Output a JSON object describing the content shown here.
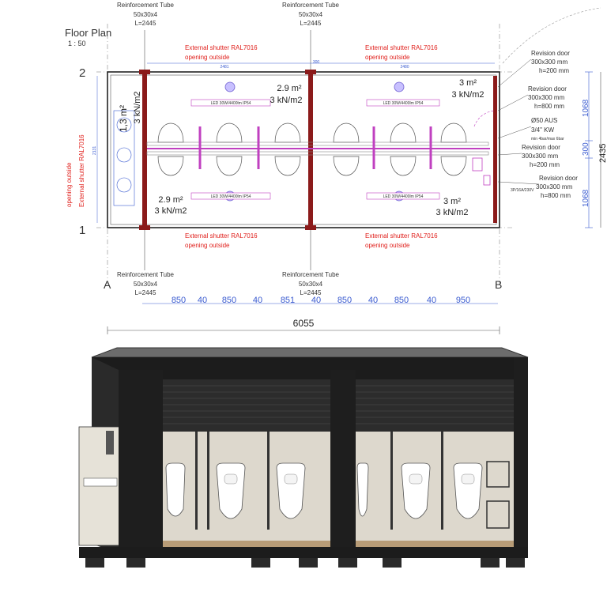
{
  "plan": {
    "title": "Floor Plan",
    "scale": "1 : 50",
    "axis_2": "2",
    "axis_1": "1",
    "axis_a": "A",
    "axis_b": "B",
    "tube_name": "Reinforcement Tube",
    "tube_size": "50x30x4",
    "tube_length": "L=2445",
    "shutter_text": "External shutter RAL7016",
    "opening_text": "opening outside",
    "left_opening": "opening outside",
    "left_shutter": "External shutter RAL7016",
    "area_left": "1,3 m²",
    "load_left": "3 kN/m2",
    "area_top_mid": "2.9 m²",
    "load_top_mid": "3 kN/m2",
    "area_top_right": "3 m²",
    "load_top_right": "3 kN/m2",
    "area_bottom_left": "2.9 m²",
    "load_bottom_left": "3 kN/m2",
    "area_bottom_right": "3 m²",
    "load_bottom_right": "3 kN/m2",
    "led_label": "LED 30W/4400lm IP54",
    "inner_dim_left": "2481",
    "inner_dim_right": "2480",
    "inner_dim_mid": "300",
    "left_inner_dim": "2131",
    "revision_door": "Revision door",
    "rev_size": "300x300 mm",
    "rev_h200": "h=200 mm",
    "rev_h800": "h=800 mm",
    "drain": "Ø50 AUS",
    "water": "3/4\" KW",
    "pressure": "min 4bar/max 6bar",
    "power": "3P/16A/230V",
    "dim_1068_top": "1068",
    "dim_300": "300",
    "dim_1068_bottom": "1068",
    "dim_2435": "2435",
    "bottom_dims": [
      "850",
      "40",
      "850",
      "40",
      "851",
      "40",
      "850",
      "40",
      "850",
      "40",
      "950"
    ],
    "total_width": "6055"
  },
  "colors": {
    "red_label": "#e0201c",
    "blue_dim": "#3a5bd0",
    "wall_red": "#8b1a1a",
    "pipe_magenta": "#c040c0",
    "cabin_dark": "#1c1c1c",
    "interior": "#ddd8cd",
    "floor": "#b89c77"
  }
}
